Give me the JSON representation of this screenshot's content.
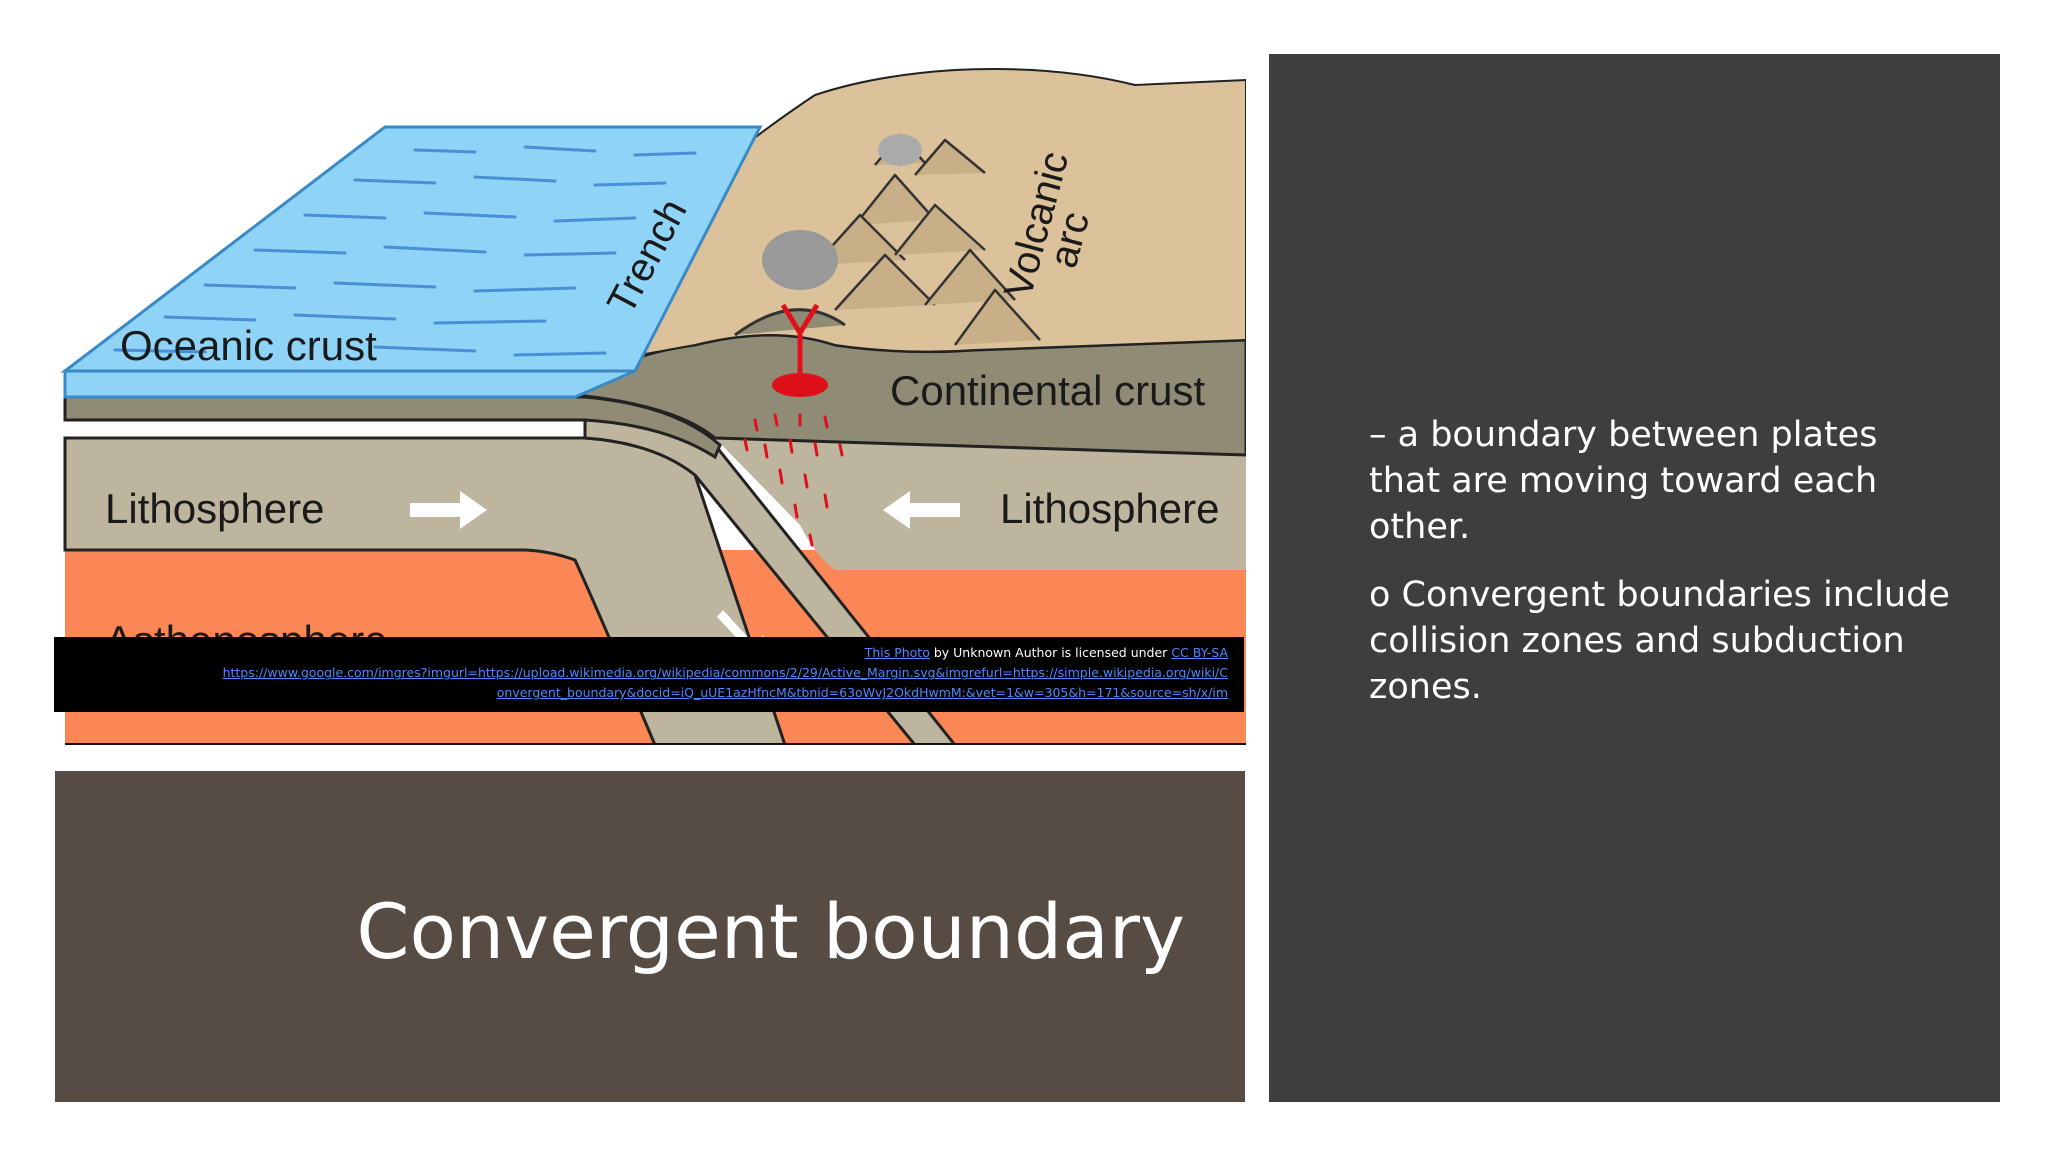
{
  "diagram": {
    "labels": {
      "oceanic_crust": "Oceanic crust",
      "trench": "Trench",
      "volcanic_line1": "Volcanic",
      "volcanic_line2": "arc",
      "continental_crust": "Continental crust",
      "lithosphere_left": "Lithosphere",
      "lithosphere_right": "Lithosphere",
      "asthenosphere": "Asthenosphere"
    },
    "colors": {
      "ocean": "#8fd3f7",
      "land": "#dcc29b",
      "lithosphere": "#bdb59e",
      "crust": "#8f8b74",
      "asthenosphere": "#fc8756",
      "magma": "#e0101a"
    }
  },
  "attribution": {
    "photo_link": "This Photo",
    "middle_text": " by Unknown Author is licensed under ",
    "license_link": "CC BY-SA",
    "url_line1": "https://www.google.com/imgres?imgurl=https://upload.wikimedia.org/wikipedia/commons/2/29/Active_Margin.svg&imgrefurl=https://simple.wikipedia.org/wiki/C",
    "url_line2": "onvergent_boundary&docid=iQ_uUE1azHfncM&tbnid=63oWvJ2OkdHwmM:&vet=1&w=305&h=171&source=sh/x/im"
  },
  "title": "Convergent boundary",
  "bullets": [
    "– a boundary between plates that are moving toward each other.",
    "o Convergent boundaries include collision zones and subduction zones."
  ],
  "colors": {
    "title_bg": "#574c44",
    "panel_bg": "#3f3d3f",
    "text": "#ffffff"
  }
}
